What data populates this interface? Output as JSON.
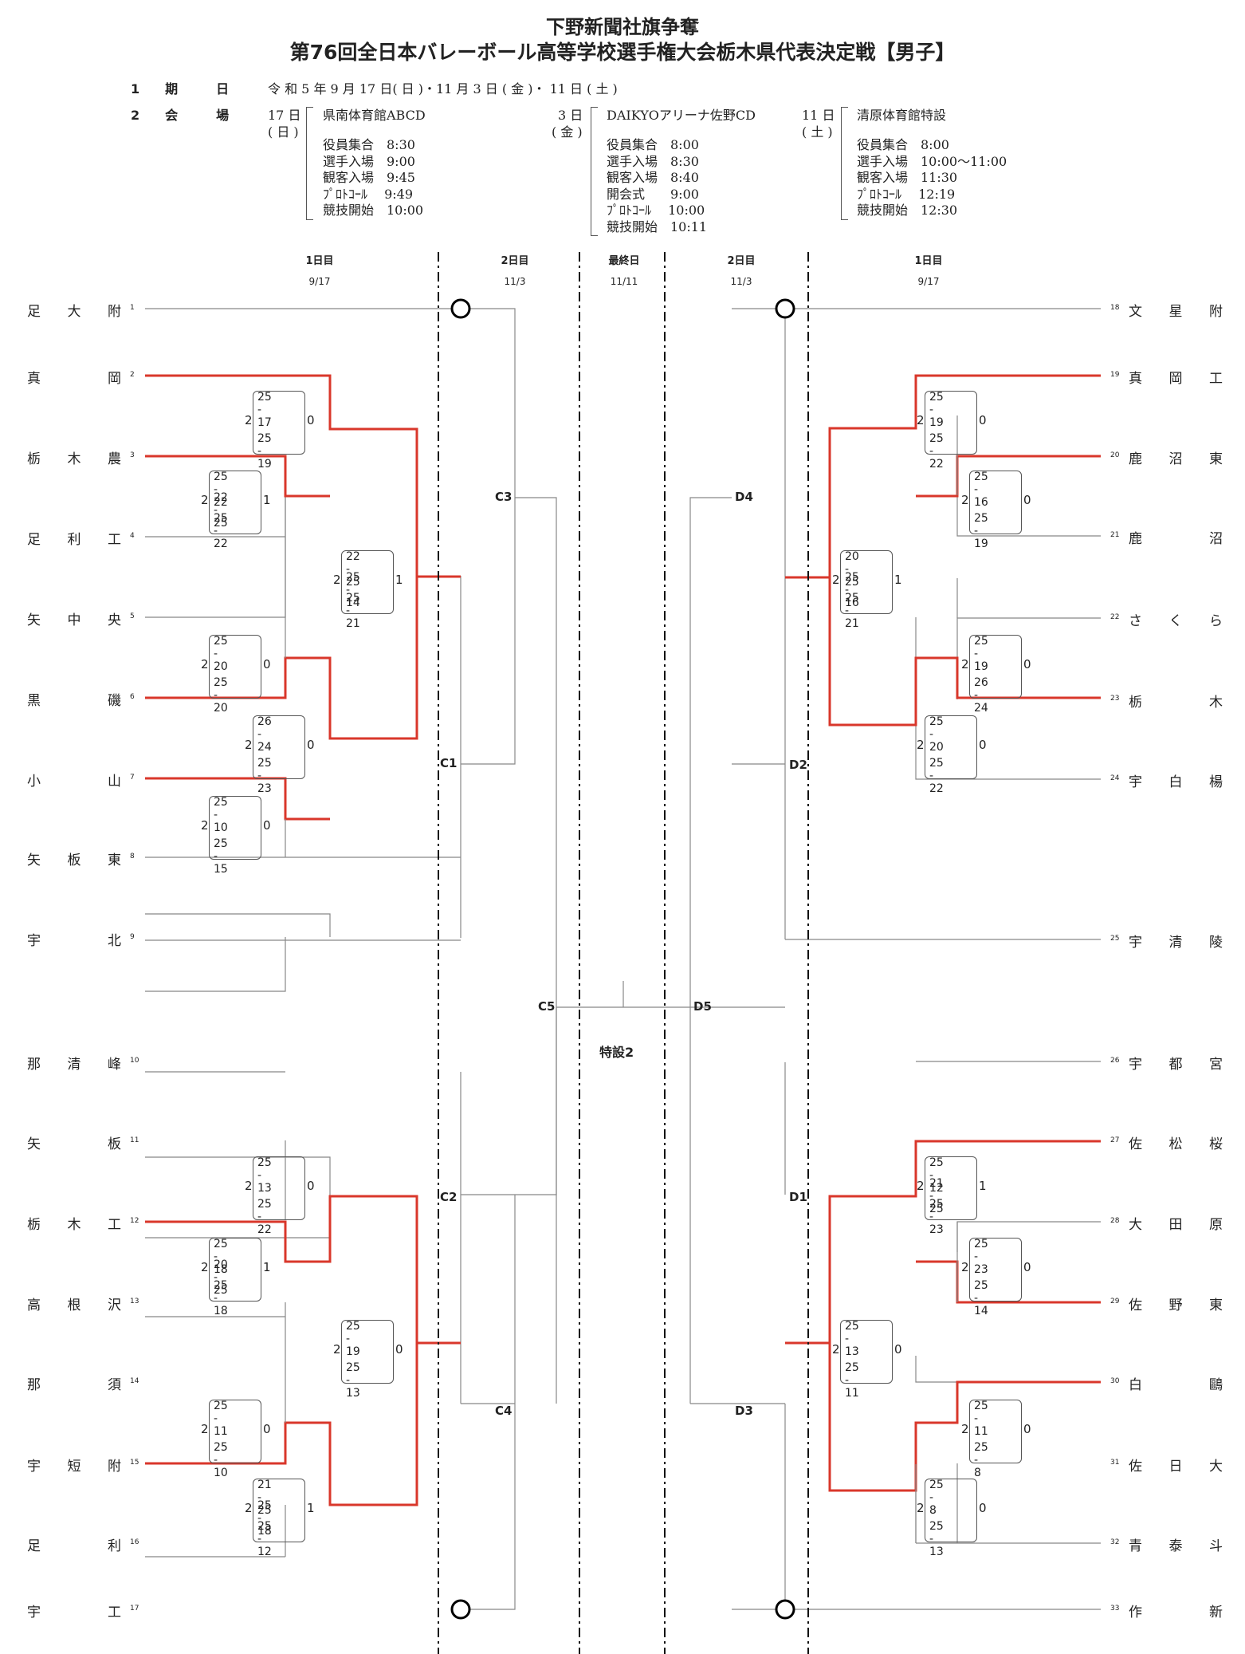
{
  "header": {
    "title1": "下野新聞社旗争奪",
    "title2": "第76回全日本バレーボール高等学校選手権大会栃木県代表決定戦【男子】"
  },
  "info": {
    "row1_label": "1　　期　　　日",
    "row1_value": "令 和 5 年 9 月 17 日( 日 )・11 月 3 日 ( 金 )・ 11 日 ( 土 )",
    "row2_label": "2　　会　　　場",
    "venues": [
      {
        "day": "17 日",
        "dow": "( 日 )",
        "name": "県南体育館ABCD",
        "schedule": [
          "役員集合　8:30",
          "選手入場　9:00",
          "観客入場　9:45",
          "ﾌﾟﾛﾄｺｰﾙ　 9:49",
          "競技開始　10:00"
        ]
      },
      {
        "day": "3 日",
        "dow": "( 金 )",
        "name": "DAIKYOアリーナ佐野CD",
        "schedule": [
          "役員集合　8:00",
          "選手入場　8:30",
          "観客入場　8:40",
          "開会式　　9:00",
          "ﾌﾟﾛﾄｺｰﾙ　 10:00",
          "競技開始　10:11"
        ]
      },
      {
        "day": "11 日",
        "dow": "( 土 )",
        "name": "清原体育館特設",
        "schedule": [
          "役員集合　8:00",
          "選手入場　10:00〜11:00",
          "観客入場　11:30",
          "ﾌﾟﾛﾄｺｰﾙ　 12:19",
          "競技開始　12:30"
        ]
      }
    ]
  },
  "columns": [
    {
      "label": "1日目",
      "date": "9/17"
    },
    {
      "label": "2日目",
      "date": "11/3"
    },
    {
      "label": "最終日",
      "date": "11/11"
    },
    {
      "label": "2日目",
      "date": "11/3"
    },
    {
      "label": "1日目",
      "date": "9/17"
    }
  ],
  "teams_left": [
    {
      "num": "1",
      "c": [
        "足",
        "大",
        "附"
      ]
    },
    {
      "num": "2",
      "c": [
        "真",
        "",
        "岡"
      ]
    },
    {
      "num": "3",
      "c": [
        "栃",
        "木",
        "農"
      ]
    },
    {
      "num": "4",
      "c": [
        "足",
        "利",
        "工"
      ]
    },
    {
      "num": "5",
      "c": [
        "矢",
        "中",
        "央"
      ]
    },
    {
      "num": "6",
      "c": [
        "黒",
        "",
        "磯"
      ]
    },
    {
      "num": "7",
      "c": [
        "小",
        "",
        "山"
      ]
    },
    {
      "num": "8",
      "c": [
        "矢",
        "板",
        "東"
      ]
    },
    {
      "num": "9",
      "c": [
        "宇",
        "",
        "北"
      ]
    },
    {
      "num": "10",
      "c": [
        "那",
        "清",
        "峰"
      ]
    },
    {
      "num": "11",
      "c": [
        "矢",
        "",
        "板"
      ]
    },
    {
      "num": "12",
      "c": [
        "栃",
        "木",
        "工"
      ]
    },
    {
      "num": "13",
      "c": [
        "高",
        "根",
        "沢"
      ]
    },
    {
      "num": "14",
      "c": [
        "那",
        "",
        "須"
      ]
    },
    {
      "num": "15",
      "c": [
        "宇",
        "短",
        "附"
      ]
    },
    {
      "num": "16",
      "c": [
        "足",
        "",
        "利"
      ]
    },
    {
      "num": "17",
      "c": [
        "宇",
        "",
        "工"
      ]
    }
  ],
  "teams_right": [
    {
      "num": "18",
      "c": [
        "文",
        "星",
        "附"
      ]
    },
    {
      "num": "19",
      "c": [
        "真",
        "岡",
        "工"
      ]
    },
    {
      "num": "20",
      "c": [
        "鹿",
        "沼",
        "東"
      ]
    },
    {
      "num": "21",
      "c": [
        "鹿",
        "",
        "沼"
      ]
    },
    {
      "num": "22",
      "c": [
        "さ",
        "く",
        "ら"
      ]
    },
    {
      "num": "23",
      "c": [
        "栃",
        "",
        "木"
      ]
    },
    {
      "num": "24",
      "c": [
        "宇",
        "白",
        "楊"
      ]
    },
    {
      "num": "25",
      "c": [
        "宇",
        "清",
        "陵"
      ]
    },
    {
      "num": "26",
      "c": [
        "宇",
        "都",
        "宮"
      ]
    },
    {
      "num": "27",
      "c": [
        "佐",
        "松",
        "桜"
      ]
    },
    {
      "num": "28",
      "c": [
        "大",
        "田",
        "原"
      ]
    },
    {
      "num": "29",
      "c": [
        "佐",
        "野",
        "東"
      ]
    },
    {
      "num": "30",
      "c": [
        "白",
        "",
        "鷗"
      ]
    },
    {
      "num": "31",
      "c": [
        "佐",
        "日",
        "大"
      ]
    },
    {
      "num": "32",
      "c": [
        "青",
        "泰",
        "斗"
      ]
    },
    {
      "num": "33",
      "c": [
        "作",
        "",
        "新"
      ]
    }
  ],
  "labels": {
    "c1": "C1",
    "c2": "C2",
    "c3": "C3",
    "c4": "C4",
    "c5": "C5",
    "d1": "D1",
    "d2": "D2",
    "d3": "D3",
    "d4": "D4",
    "d5": "D5",
    "venue_final": "特設2"
  },
  "scores": [
    {
      "sets": [
        "25 - 17",
        "",
        "25 - 19"
      ],
      "w": "2",
      "l": "0"
    },
    {
      "sets": [
        "25 - 22",
        "22 - 25",
        "25 - 22"
      ],
      "w": "2",
      "l": "1"
    },
    {
      "sets": [
        "25 - 20",
        "",
        "25 - 20"
      ],
      "w": "2",
      "l": "0"
    },
    {
      "sets": [
        "26 - 24",
        "",
        "25 - 23"
      ],
      "w": "2",
      "l": "0"
    },
    {
      "sets": [
        "25 - 10",
        "",
        "25 - 15"
      ],
      "w": "2",
      "l": "0"
    },
    {
      "sets": [
        "22 - 25",
        "25 - 14",
        "25 - 21"
      ],
      "w": "2",
      "l": "1"
    },
    {
      "sets": [
        "25 - 13",
        "",
        "25 - 22"
      ],
      "w": "2",
      "l": "0"
    },
    {
      "sets": [
        "25 - 18",
        "20 - 25",
        "25 - 18"
      ],
      "w": "2",
      "l": "1"
    },
    {
      "sets": [
        "25 - 11",
        "",
        "25 - 10"
      ],
      "w": "2",
      "l": "0"
    },
    {
      "sets": [
        "21 - 25",
        "25 - 18",
        "25 - 12"
      ],
      "w": "2",
      "l": "1"
    },
    {
      "sets": [
        "25 - 19",
        "",
        "25 - 13"
      ],
      "w": "2",
      "l": "0"
    },
    {
      "sets": [
        "25 - 19",
        "",
        "25 - 22"
      ],
      "w": "2",
      "l": "0"
    },
    {
      "sets": [
        "25 - 16",
        "",
        "25 - 19"
      ],
      "w": "2",
      "l": "0"
    },
    {
      "sets": [
        "20 - 25",
        "25 - 16",
        "25 - 21"
      ],
      "w": "2",
      "l": "1"
    },
    {
      "sets": [
        "25 - 19",
        "",
        "26 - 24"
      ],
      "w": "2",
      "l": "0"
    },
    {
      "sets": [
        "25 - 20",
        "",
        "25 - 22"
      ],
      "w": "2",
      "l": "0"
    },
    {
      "sets": [
        "25 - 12",
        "21 - 25",
        "25 - 23"
      ],
      "w": "2",
      "l": "1"
    },
    {
      "sets": [
        "25 - 23",
        "",
        "25 - 14"
      ],
      "w": "2",
      "l": "0"
    },
    {
      "sets": [
        "25 - 13",
        "",
        "25 - 11"
      ],
      "w": "2",
      "l": "0"
    },
    {
      "sets": [
        "25 - 11",
        "",
        "25 - 8"
      ],
      "w": "2",
      "l": "0"
    },
    {
      "sets": [
        "25 - 8",
        "",
        "25 - 13"
      ],
      "w": "2",
      "l": "0"
    }
  ],
  "colors": {
    "winner": "#d9372b",
    "line": "#888888",
    "divider": "#111111"
  }
}
